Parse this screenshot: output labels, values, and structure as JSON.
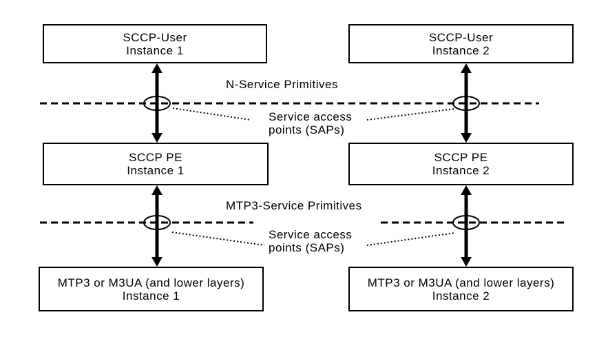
{
  "boxes": [
    {
      "id": "sccp-user-instance-1",
      "line1": "SCCP-User",
      "line2": "Instance 1"
    },
    {
      "id": "sccp-user-instance-2",
      "line1": "SCCP-User",
      "line2": "Instance 2"
    },
    {
      "id": "sccp-pe-instance-1",
      "line1": "SCCP PE",
      "line2": "Instance 1"
    },
    {
      "id": "sccp-pe-instance-2",
      "line1": "SCCP PE",
      "line2": "Instance 2"
    },
    {
      "id": "mtp3-instance-1",
      "line1": "MTP3 or M3UA (and lower layers)",
      "line2": "Instance 1"
    },
    {
      "id": "mtp3-instance-2",
      "line1": "MTP3 or M3UA (and lower layers)",
      "line2": "Instance 2"
    }
  ],
  "labels": {
    "n_service_primitives": "N-Service Primitives",
    "mtp3_service_primitives": "MTP3-Service Primitives",
    "sap_top": {
      "line1": "Service access",
      "line2": "points (SAPs)"
    },
    "sap_bottom": {
      "line1": "Service access",
      "line2": "points (SAPs)"
    }
  },
  "colors": {
    "line": "#000000",
    "text": "#000000",
    "box_fill": "#ffffff",
    "background": "#ffffff"
  }
}
